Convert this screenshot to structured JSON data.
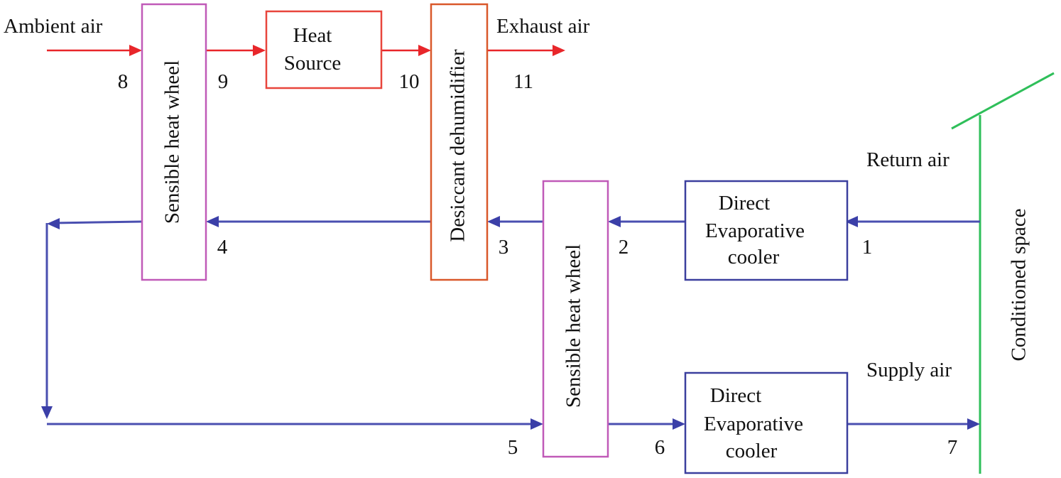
{
  "flow_labels": {
    "ambient_air": "Ambient air",
    "exhaust_air": "Exhaust air",
    "return_air": "Return air",
    "supply_air": "Supply air"
  },
  "components": {
    "heat_wheel_top": "Sensible heat wheel",
    "heat_source_line1": "Heat",
    "heat_source_line2": "Source",
    "desiccant": "Desiccant dehumidifier",
    "heat_wheel_bottom": "Sensible heat wheel",
    "cooler_top_line1": "Direct",
    "cooler_top_line2": "Evaporative",
    "cooler_top_line3": "cooler",
    "cooler_bottom_line1": "Direct",
    "cooler_bottom_line2": "Evaporative",
    "cooler_bottom_line3": "cooler",
    "conditioned_space": "Conditioned space"
  },
  "states": {
    "s1": "1",
    "s2": "2",
    "s3": "3",
    "s4": "4",
    "s5": "5",
    "s6": "6",
    "s7": "7",
    "s8": "8",
    "s9": "9",
    "s10": "10",
    "s11": "11"
  },
  "colors": {
    "regeneration_line": "#e8262a",
    "process_line": "#4a4fb0",
    "conditioned_space": "#2fbf5a"
  }
}
